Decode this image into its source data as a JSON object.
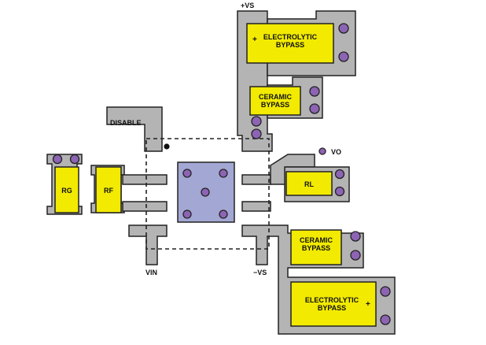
{
  "labels": {
    "vs_plus": "+VS",
    "vs_minus": "−VS",
    "vin": "VIN",
    "vo": "VO",
    "disable": "DISABLE",
    "rg": "RG",
    "rf": "RF",
    "rl": "RL",
    "electrolytic_top_1": "ELECTROLYTIC",
    "electrolytic_top_2": "BYPASS",
    "ceramic_top_1": "CERAMIC",
    "ceramic_top_2": "BYPASS",
    "ceramic_bottom_1": "CERAMIC",
    "ceramic_bottom_2": "BYPASS",
    "electrolytic_bottom_1": "ELECTROLYTIC",
    "electrolytic_bottom_2": "BYPASS",
    "plus_sign": "+"
  },
  "colors": {
    "copper": "#b4b4b4",
    "component": "#f2ea00",
    "via": "#8d64b4",
    "pad": "#a3a7d3",
    "outline": "#222222"
  }
}
